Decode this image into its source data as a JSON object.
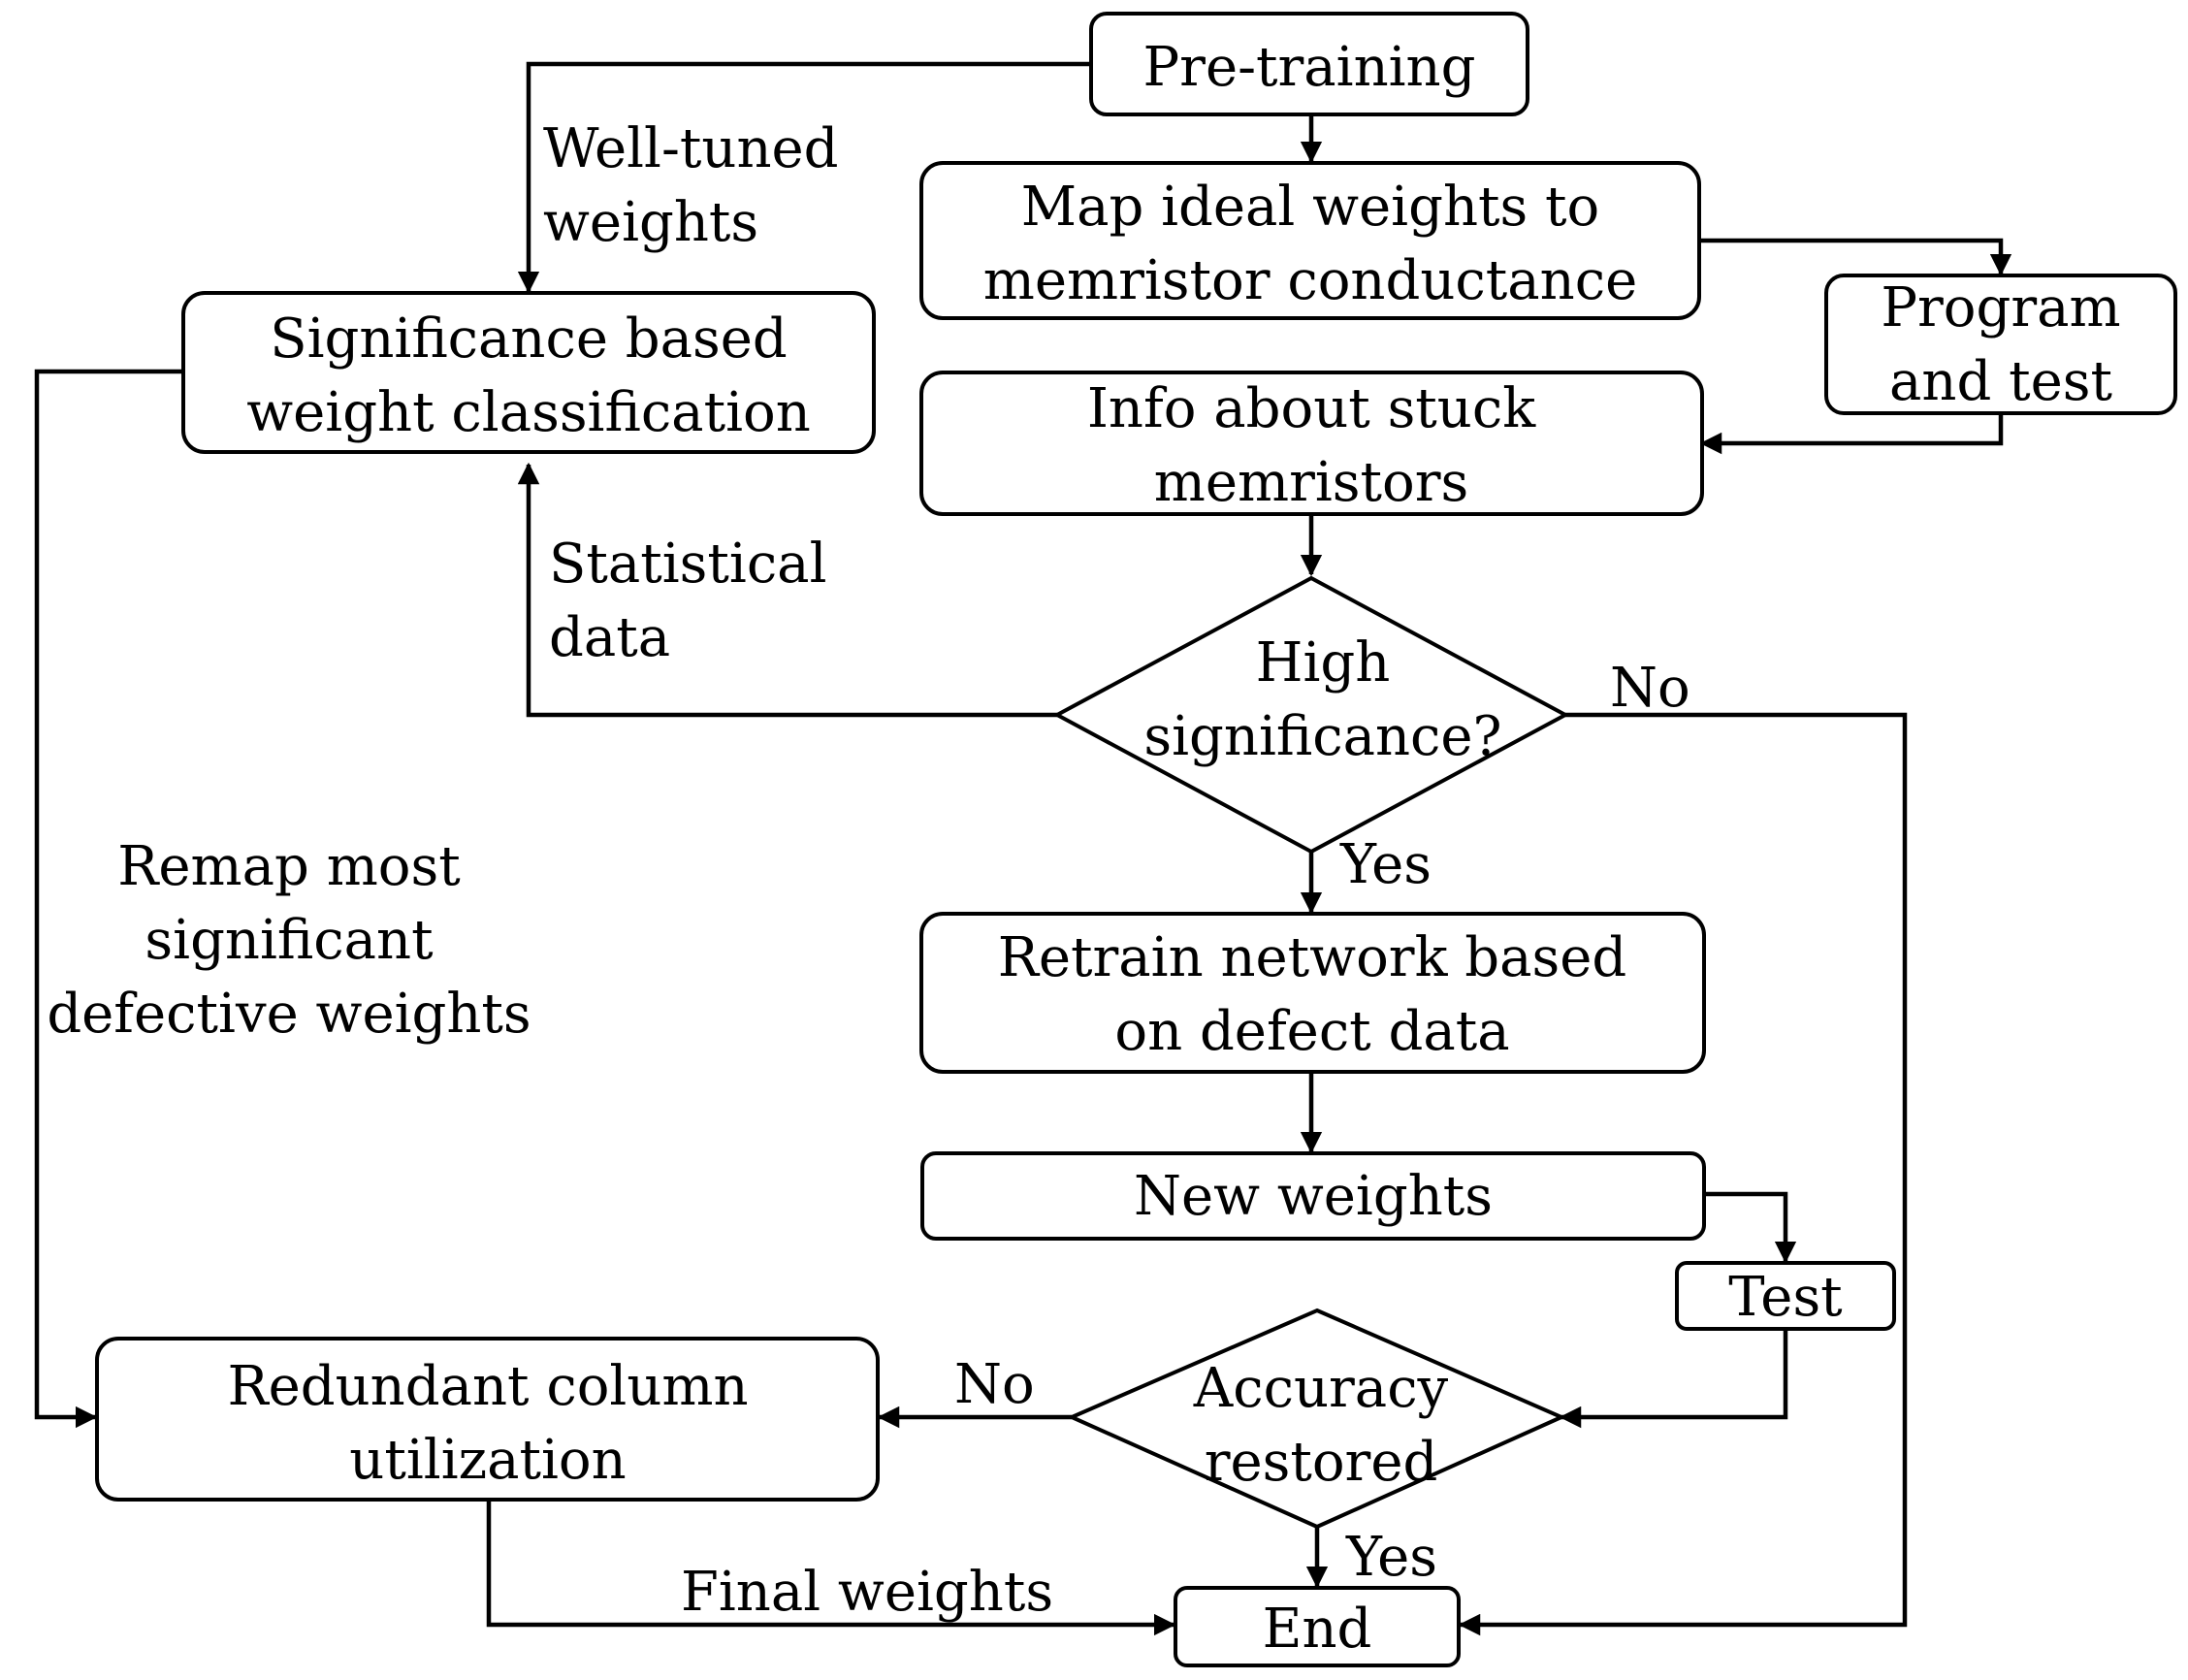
{
  "nodes": {
    "pretraining": "Pre-training",
    "map_weights": [
      "Map ideal weights to",
      "memristor conductance"
    ],
    "program_test": [
      "Program",
      "and test"
    ],
    "info_stuck": [
      "Info about stuck",
      "memristors"
    ],
    "significance_class": [
      "Significance based",
      "weight classification"
    ],
    "high_significance": [
      "High",
      "significance?"
    ],
    "retrain": [
      "Retrain network based",
      "on defect data"
    ],
    "new_weights": "New weights",
    "test": "Test",
    "accuracy_restored": [
      "Accuracy",
      "restored"
    ],
    "redundant_column": [
      "Redundant column",
      "utilization"
    ],
    "end": "End"
  },
  "edge_labels": {
    "well_tuned": [
      "Well-tuned",
      "weights"
    ],
    "statistical": [
      "Statistical",
      "data"
    ],
    "remap": [
      "Remap most",
      "significant",
      "defective weights"
    ],
    "no_significance": "No",
    "yes_significance": "Yes",
    "no_accuracy": "No",
    "yes_accuracy": "Yes",
    "final_weights": "Final weights"
  },
  "colors": {
    "stroke": "#000000",
    "background": "#ffffff"
  }
}
